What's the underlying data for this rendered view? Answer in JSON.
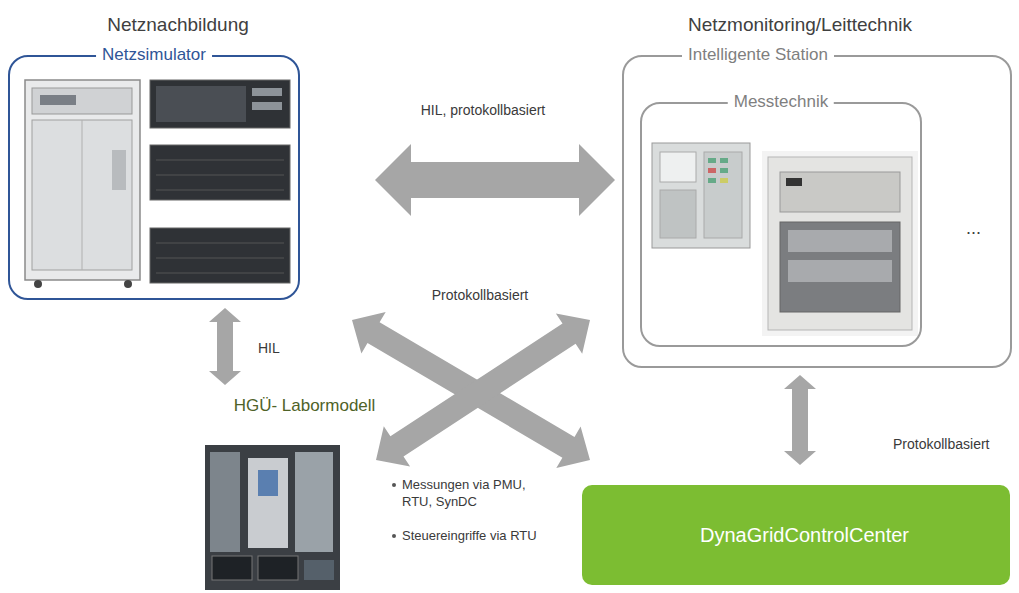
{
  "diagram": {
    "nodes": [
      {
        "text": [
          "Netzsimulator"
        ]
      },
      {
        "text": [
          "HGÜ- Labormodell"
        ]
      },
      {
        "text": [
          "Intelligente Station"
        ]
      },
      {
        "text": [
          "Messtechnik"
        ],
        "in": 2
      },
      {
        "text": [
          "DynaGridControlCenter"
        ]
      }
    ],
    "edges": [
      {
        "from": 0,
        "to": 2,
        "label": "HIL, protokollbasiert",
        "arrow": "both"
      },
      {
        "from": 0,
        "to": 1,
        "label": "HIL",
        "arrow": "both"
      },
      {
        "from": 0,
        "to": 4,
        "arrow": "both"
      },
      {
        "from": 1,
        "to": 2,
        "arrow": "both"
      },
      {
        "from": 2,
        "to": 4,
        "label": "Protokollbasiert",
        "arrow": "both"
      }
    ],
    "labels": [
      "Netznachbildung",
      "Netzmonitoring/Leittechnik",
      "Protokollbasiert",
      "Messungen via PMU, RTU, SynDC",
      "Steuereingriffe via RTU",
      "..."
    ]
  }
}
